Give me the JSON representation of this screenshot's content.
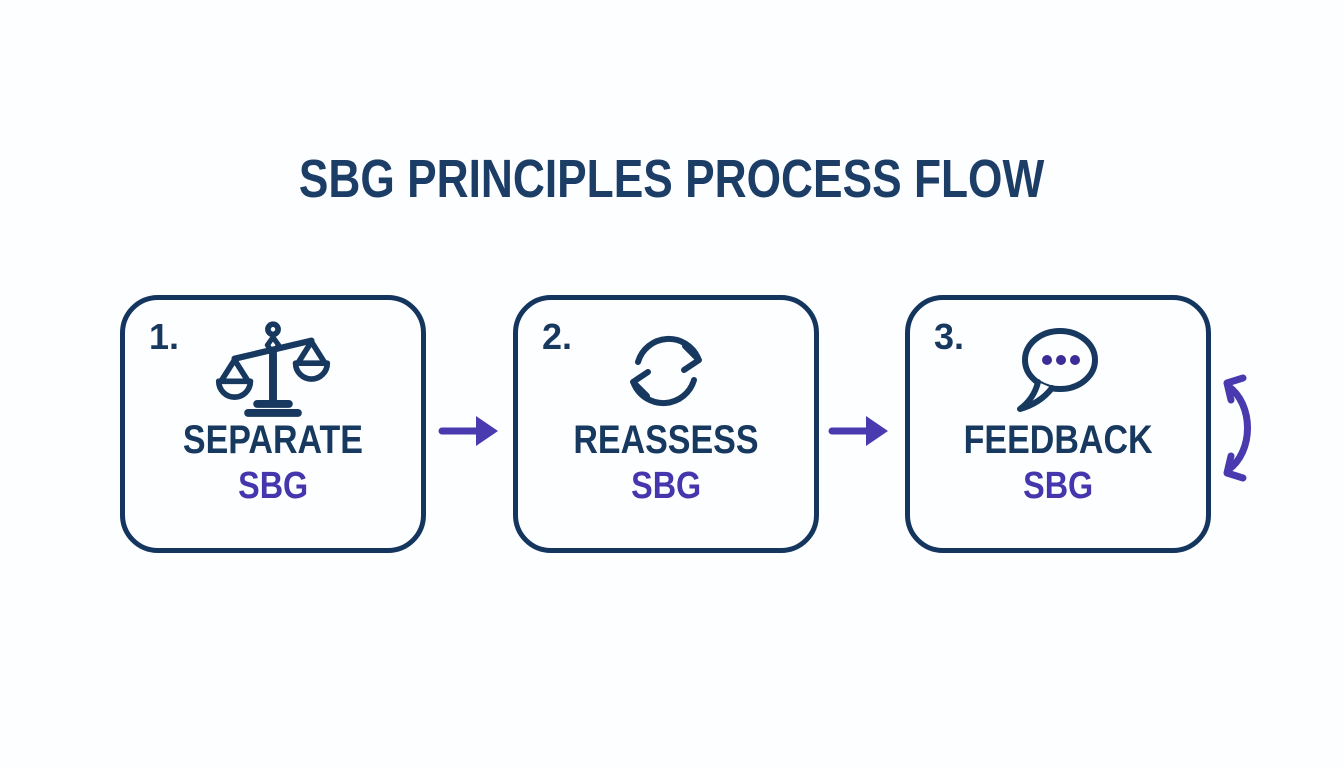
{
  "title": "SBG PRINCIPLES PROCESS FLOW",
  "colors": {
    "navy": "#17395f",
    "box_border": "#14365e",
    "purple_arrow": "#4a3ab0",
    "purple_text": "#4636ad",
    "bubble_dots": "#3b2d96",
    "background": "#fdfeff"
  },
  "steps": [
    {
      "number": "1.",
      "label": "SEPARATE",
      "sublabel": "SBG",
      "icon": "balance-scale-icon"
    },
    {
      "number": "2.",
      "label": "REASSESS",
      "sublabel": "SBG",
      "icon": "refresh-cycle-icon"
    },
    {
      "number": "3.",
      "label": "FEEDBACK",
      "sublabel": "SBG",
      "icon": "speech-bubble-icon"
    }
  ],
  "connectors": {
    "forward_1": "right-arrow-icon",
    "forward_2": "right-arrow-icon",
    "loop": "curved-double-arrow-icon"
  }
}
